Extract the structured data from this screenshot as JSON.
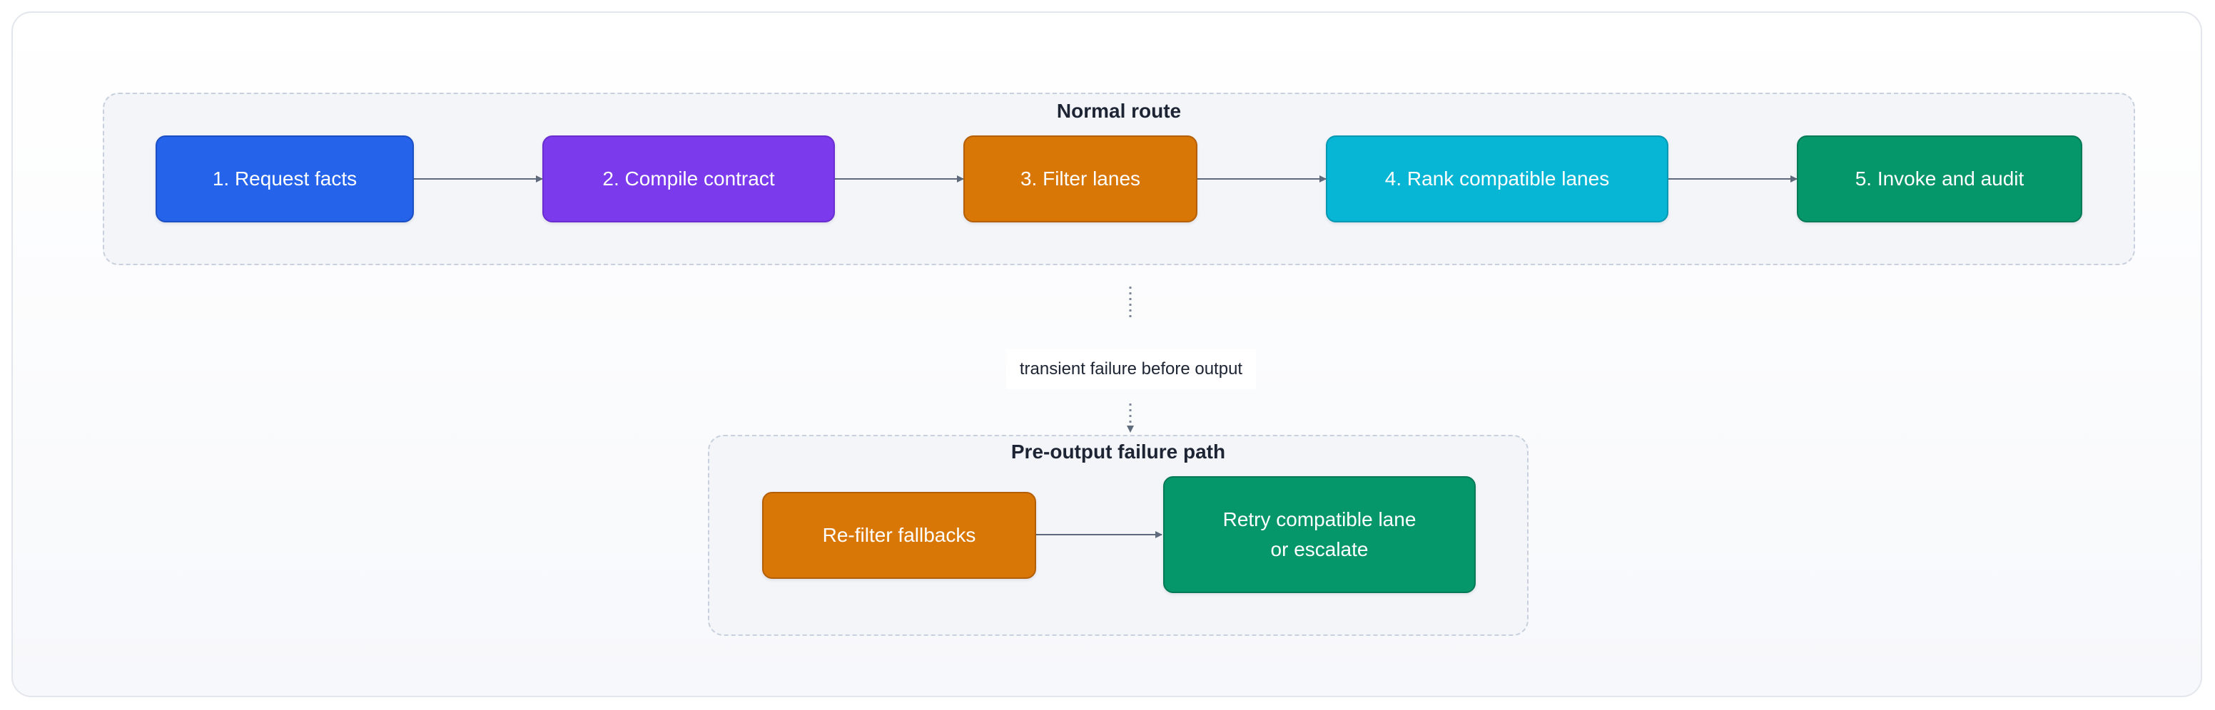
{
  "groups": {
    "normal": {
      "title": "Normal route"
    },
    "failure": {
      "title": "Pre-output failure path"
    }
  },
  "nodes": {
    "request_facts": "1. Request facts",
    "compile_contract": "2. Compile contract",
    "filter_lanes": "3. Filter lanes",
    "rank_lanes": "4. Rank compatible lanes",
    "invoke_audit": "5. Invoke and audit",
    "refilter_fallbacks": "Re-filter fallbacks",
    "retry_line1": "Retry compatible lane",
    "retry_line2": "or escalate"
  },
  "edges": {
    "failure_label": "transient failure before output"
  },
  "colors": {
    "step1": "#2563eb",
    "step2": "#7c3aed",
    "step3": "#d97706",
    "step4": "#06b6d4",
    "step5": "#059669",
    "arrow": "#5f6b7d"
  }
}
